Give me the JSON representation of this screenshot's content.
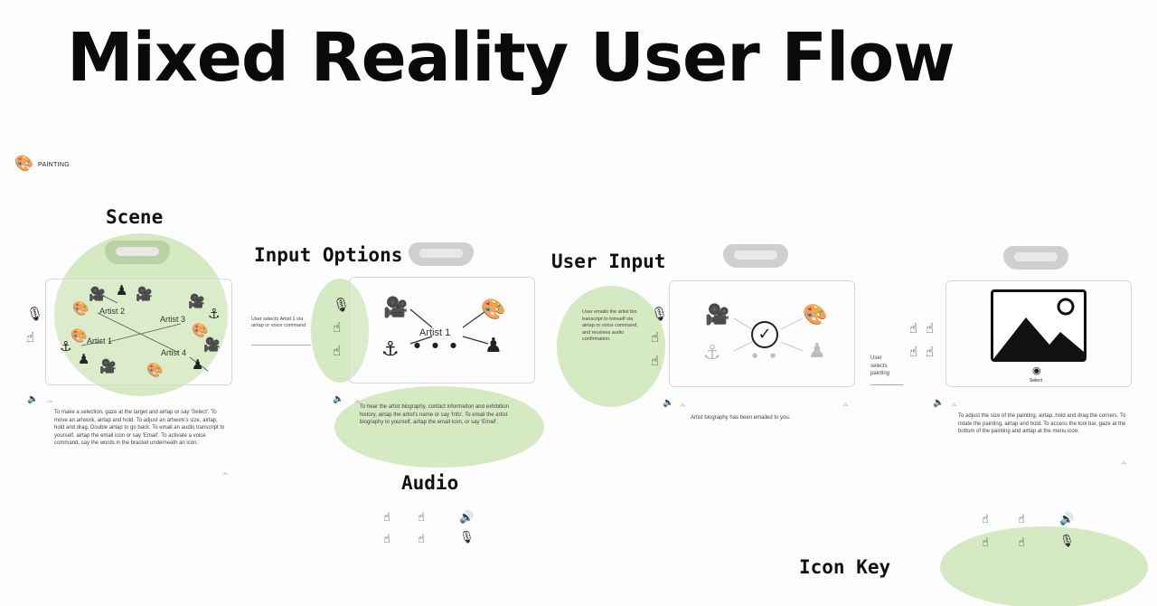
{
  "title": "Mixed Reality User Flow",
  "breadcrumb": {
    "label": "PAINTING"
  },
  "sections": {
    "scene": "Scene",
    "input_options": "Input Options",
    "user_input": "User Input",
    "audio": "Audio",
    "icon_key": "Icon Key"
  },
  "scene_panel": {
    "artists": [
      "Artist 2",
      "Artist 3",
      "Artist 1",
      "Artist 4"
    ],
    "instructions": "To make a selection, gaze at the target and airtap or say 'Select'. To move an artwork, airtap and hold. To adjust an artwork's size, airtap, hold and drag. Double airtap to go back. To email an audio transcript to yourself, airtap the email icon or say 'Email'. To activate a voice command, say the words in the bracket underneath an icon."
  },
  "input_options_panel": {
    "side_note": "User selects Artist 1 via airtap or voice command",
    "artist": "Artist 1",
    "audio_text": "To hear the artist biography, contact information and exhibition history, airtap the artist's name or say 'Info'. To email the artist biography to yourself, airtap the email icon, or say 'Email'."
  },
  "user_input_panel": {
    "side_note": "User emails the artist bio transcript to himself via airtap or voice command, and receives audio confirmation.",
    "audio_text": "Artist biography has been emailed to you."
  },
  "painting_panel": {
    "side_note": "User selects painting",
    "button_label": "Select",
    "audio_text": "To adjust the size of the painting, airtap, hold and drag the corners. To rotate the painting, airtap and hold. To access the tool bar, gaze at the bottom of the painting and airtap at the menu icon."
  },
  "icons": {
    "palette": "palette-icon",
    "microphone": "microphone-icon",
    "hand": "hand-icon",
    "speaker": "speaker-icon",
    "camera": "camera-icon",
    "checkmark": "checkmark-icon",
    "mountain_image": "image-icon"
  },
  "colors": {
    "highlight": "#d3e8bf",
    "panel_border": "#d8d8d8",
    "headset": "#cfcfcf"
  }
}
